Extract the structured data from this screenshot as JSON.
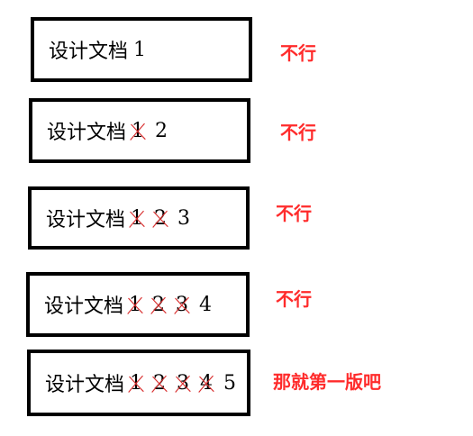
{
  "prefix": "设计文档",
  "rows": [
    {
      "versions": [
        "1"
      ],
      "struck": [
        false
      ],
      "verdict": "不行"
    },
    {
      "versions": [
        "1",
        "2"
      ],
      "struck": [
        true,
        false
      ],
      "verdict": "不行"
    },
    {
      "versions": [
        "1",
        "2",
        "3"
      ],
      "struck": [
        true,
        true,
        false
      ],
      "verdict": "不行"
    },
    {
      "versions": [
        "1",
        "2",
        "3",
        "4"
      ],
      "struck": [
        true,
        true,
        true,
        false
      ],
      "verdict": "不行"
    },
    {
      "versions": [
        "1",
        "2",
        "3",
        "4",
        "5"
      ],
      "struck": [
        true,
        true,
        true,
        true,
        false
      ],
      "verdict": "那就第一版吧"
    }
  ],
  "colors": {
    "verdict": "#ff2b2b",
    "strike": "#d93030",
    "border": "#000000"
  }
}
